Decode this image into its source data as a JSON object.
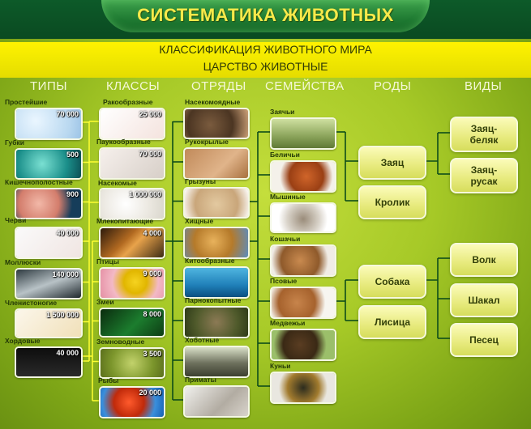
{
  "title": "СИСТЕМАТИКА ЖИВОТНЫХ",
  "subtitle1": "КЛАССИФИКАЦИЯ ЖИВОТНОГО МИРА",
  "subtitle2": "ЦАРСТВО ЖИВОТНЫЕ",
  "headers": {
    "types": "ТИПЫ",
    "classes": "КЛАССЫ",
    "orders": "ОТРЯДЫ",
    "families": "СЕМЕЙСТВА",
    "genera": "РОДЫ",
    "species": "ВИДЫ"
  },
  "types": [
    {
      "label": "Простейшие",
      "count": "70 000"
    },
    {
      "label": "Губки",
      "count": "500"
    },
    {
      "label": "Кишечнополостные",
      "count": "900"
    },
    {
      "label": "Черви",
      "count": "40 000"
    },
    {
      "label": "Моллюски",
      "count": "140 000"
    },
    {
      "label": "Членистоногие",
      "count": "1 500 000"
    },
    {
      "label": "Хордовые",
      "count": "40 000"
    }
  ],
  "classes": [
    {
      "label": "Ракообразные",
      "count": "25 000"
    },
    {
      "label": "Паукообразные",
      "count": "70 000"
    },
    {
      "label": "Насекомые",
      "count": "1 000 000"
    },
    {
      "label": "Млекопитающие",
      "count": "4 000"
    },
    {
      "label": "Птицы",
      "count": "9 000"
    },
    {
      "label": "Змеи",
      "count": "8 000"
    },
    {
      "label": "Земноводные",
      "count": "3 500"
    },
    {
      "label": "Рыбы",
      "count": "20 000"
    }
  ],
  "orders": [
    {
      "label": "Насекомоядные"
    },
    {
      "label": "Рукокрылые"
    },
    {
      "label": "Грызуны"
    },
    {
      "label": "Хищные"
    },
    {
      "label": "Китообразные"
    },
    {
      "label": "Парнокопытные"
    },
    {
      "label": "Хоботные"
    },
    {
      "label": "Приматы"
    }
  ],
  "families": [
    {
      "label": "Заячьи"
    },
    {
      "label": "Беличьи"
    },
    {
      "label": "Мышиные"
    },
    {
      "label": "Кошачьи"
    },
    {
      "label": "Псовые"
    },
    {
      "label": "Медвежьи"
    },
    {
      "label": "Куньи"
    }
  ],
  "genera": [
    {
      "label": "Заяц"
    },
    {
      "label": "Кролик"
    },
    {
      "label": "Собака"
    },
    {
      "label": "Лисица"
    }
  ],
  "species": [
    {
      "label": "Заяц-\nбеляк"
    },
    {
      "label": "Заяц-\nрусак"
    },
    {
      "label": "Волк"
    },
    {
      "label": "Шакал"
    },
    {
      "label": "Песец"
    }
  ]
}
